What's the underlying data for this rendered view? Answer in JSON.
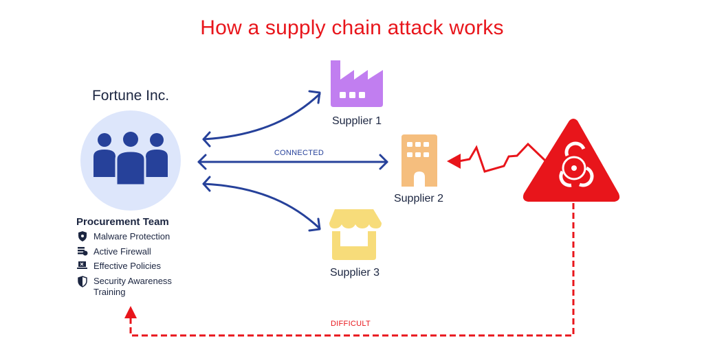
{
  "title": "How a supply chain attack works",
  "organization": {
    "name": "Fortune Inc.",
    "team": "Procurement Team",
    "defenses": [
      {
        "icon": "shield-bug-icon",
        "label": "Malware Protection"
      },
      {
        "icon": "firewall-icon",
        "label": "Active Firewall"
      },
      {
        "icon": "policy-laptop-icon",
        "label": "Effective Policies"
      },
      {
        "icon": "half-shield-icon",
        "label": "Security Awareness Training"
      }
    ]
  },
  "suppliers": [
    {
      "label": "Supplier 1",
      "icon": "factory-icon",
      "color": "#c17ef0"
    },
    {
      "label": "Supplier 2",
      "icon": "office-building-icon",
      "color": "#f5be7e"
    },
    {
      "label": "Supplier 3",
      "icon": "storefront-icon",
      "color": "#f7dc7a"
    }
  ],
  "links": {
    "connected_label": "CONNECTED",
    "difficult_label": "DIFFICULT"
  },
  "attacker": {
    "icon": "biohazard-warning-icon"
  },
  "colors": {
    "accent_red": "#e8151b",
    "navy": "#26419a",
    "circle_bg": "#dde6fb",
    "text_dark": "#1b2540"
  }
}
